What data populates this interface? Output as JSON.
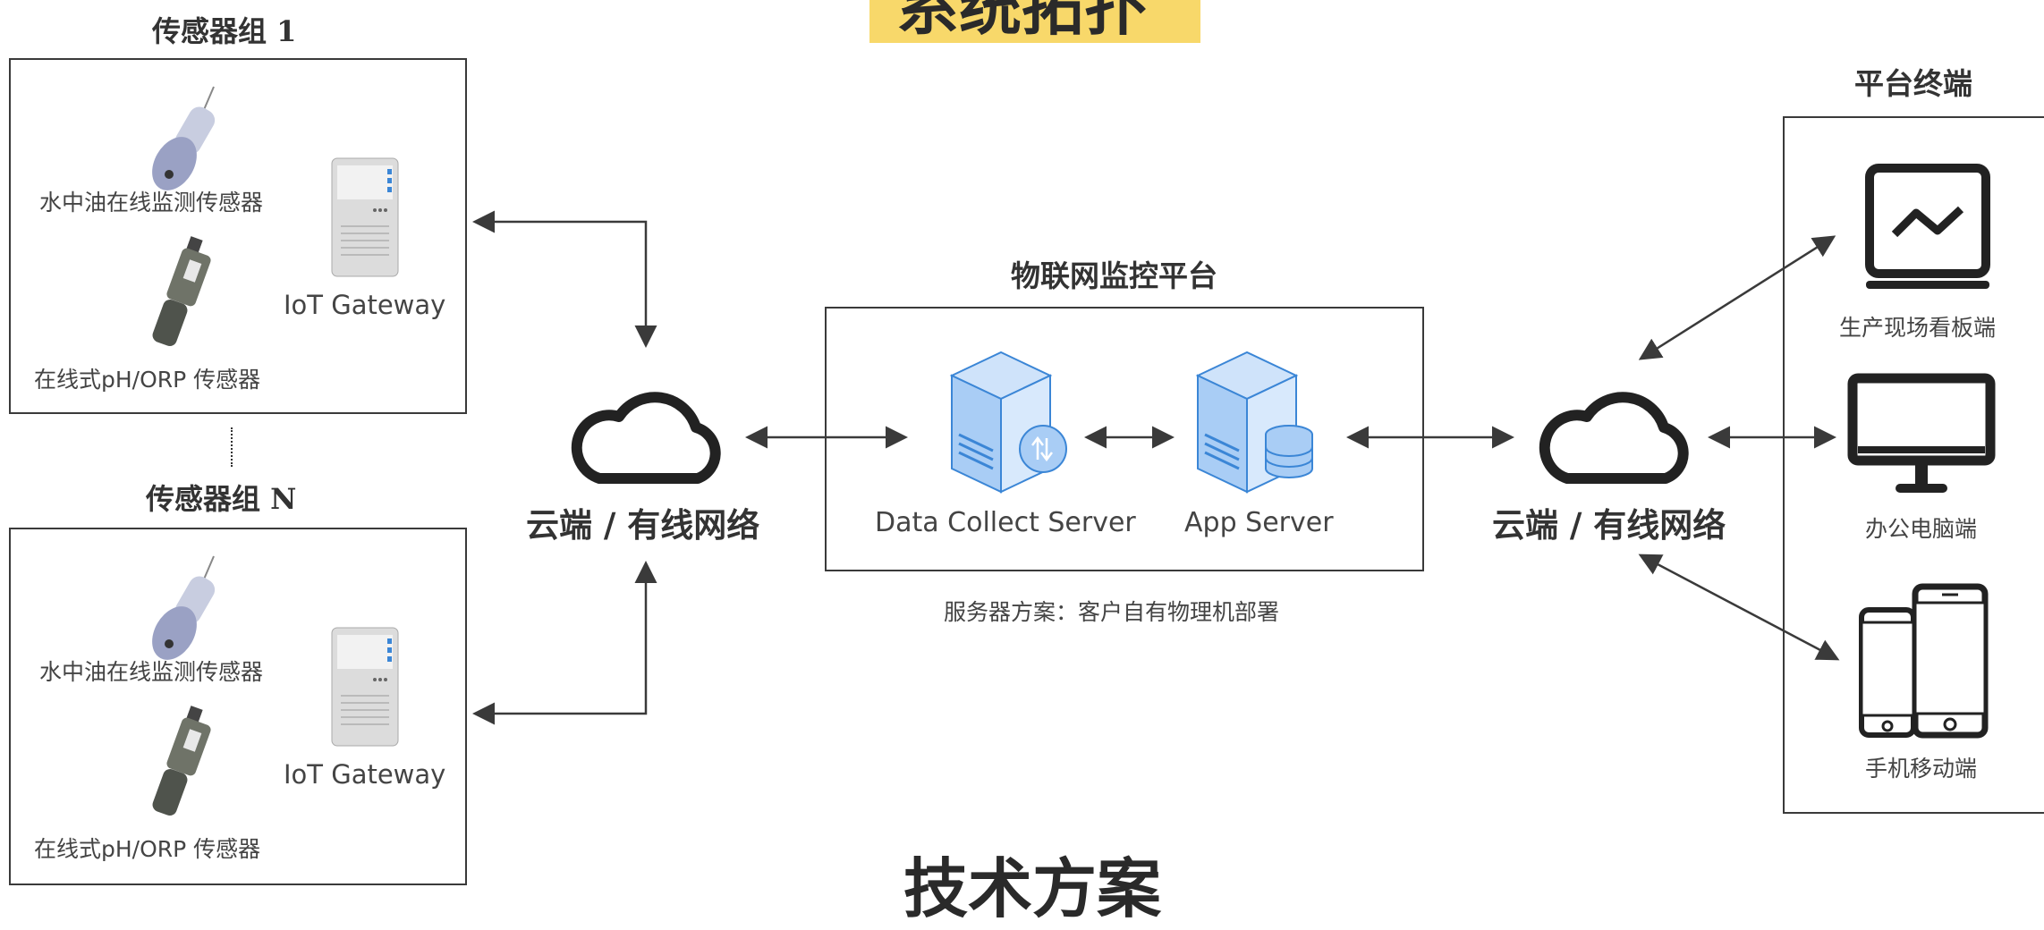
{
  "top_title": "系统拓扑",
  "bottom_title": "技术方案",
  "sensor_groups": [
    {
      "title": "传感器组 1",
      "sensor1_label": "水中油在线监测传感器",
      "sensor2_label": "在线式pH/ORP 传感器",
      "gateway_label": "IoT Gateway"
    },
    {
      "title": "传感器组 N",
      "sensor1_label": "水中油在线监测传感器",
      "sensor2_label": "在线式pH/ORP 传感器",
      "gateway_label": "IoT Gateway"
    }
  ],
  "clouds": [
    {
      "label": "云端 / 有线网络"
    },
    {
      "label": "云端 / 有线网络"
    }
  ],
  "platform": {
    "title": "物联网监控平台",
    "server1_label": "Data Collect Server",
    "server2_label": "App Server",
    "note": "服务器方案：客户自有物理机部署"
  },
  "terminals": {
    "title": "平台终端",
    "items": [
      {
        "label": "生产现场看板端",
        "icon": "dashboard-monitor-icon"
      },
      {
        "label": "办公电脑端",
        "icon": "desktop-monitor-icon"
      },
      {
        "label": "手机移动端",
        "icon": "mobile-phones-icon"
      }
    ]
  },
  "colors": {
    "banner": "#f8d86a",
    "server_blue": "#a9cdf5",
    "server_stroke": "#3b86d6",
    "line": "#3a3a3a"
  }
}
